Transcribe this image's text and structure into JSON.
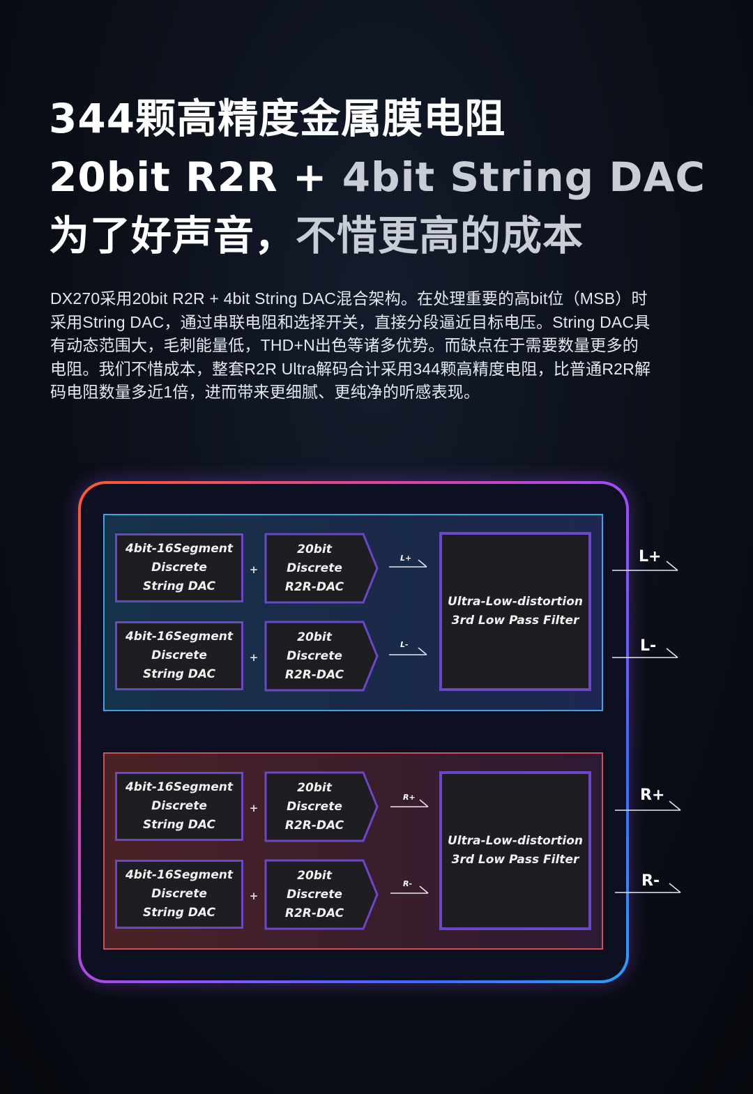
{
  "headline": {
    "line1": "344颗高精度金属膜电阻",
    "line2_part1": "20bit R2R + ",
    "line2_part2": "4bit String DAC",
    "line3_part1": "为了好声音，",
    "line3_part2": "不惜更高的成本"
  },
  "description": {
    "lines": [
      "DX270采用20bit R2R + 4bit String DAC混合架构。在处理重要的高bit位（MSB）时",
      "采用String DAC，通过串联电阻和选择开关，直接分段逼近目标电压。String DAC具",
      "有动态范围大，毛刺能量低，THD+N出色等诸多优势。而缺点在于需要数量更多的",
      "电阻。我们不惜成本，整套R2R Ultra解码合计采用344颗高精度电阻，比普通R2R解",
      "码电阻数量多近1倍，进而带来更细腻、更纯净的听感表现。"
    ]
  },
  "diagram": {
    "string_dac": {
      "line1": "4bit-16Segment",
      "line2": "Discrete",
      "line3": "String DAC"
    },
    "r2r_dac": {
      "line1": "20bit",
      "line2": "Discrete",
      "line3": "R2R-DAC"
    },
    "plus": "+",
    "filter": {
      "line1": "Ultra-Low-distortion",
      "line2": "3rd Low Pass Filter"
    },
    "left_channel": {
      "sig_top": "L+",
      "sig_bottom": "L-",
      "out_top": "L+",
      "out_bottom": "L-"
    },
    "right_channel": {
      "sig_top": "R+",
      "sig_bottom": "R-",
      "out_top": "R+",
      "out_bottom": "R-"
    },
    "colors": {
      "left_panel_border": "#3aa6e8",
      "right_panel_border": "#d0505a",
      "block_border": "#6a46c8",
      "frame_gradient_start": "#ff5a2a",
      "frame_gradient_end": "#2aa0ff"
    }
  }
}
